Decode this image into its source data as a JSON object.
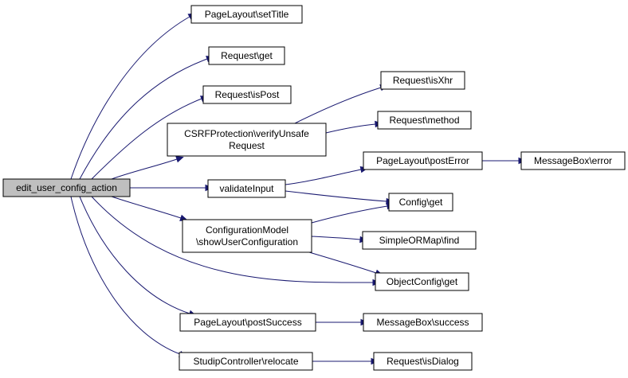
{
  "colors": {
    "root_fill": "#bfbfbf",
    "node_fill": "#ffffff",
    "node_stroke": "#000000",
    "edge": "#191970"
  },
  "nodes": {
    "edit_user_config_action": [
      "edit_user_config_action"
    ],
    "pagelayout_settitle": [
      "PageLayout\\setTitle"
    ],
    "request_get": [
      "Request\\get"
    ],
    "request_ispost": [
      "Request\\isPost"
    ],
    "request_isxhr": [
      "Request\\isXhr"
    ],
    "csrf_verify": [
      "CSRFProtection\\verifyUnsafe",
      "Request"
    ],
    "request_method": [
      "Request\\method"
    ],
    "pagelayout_posterror": [
      "PageLayout\\postError"
    ],
    "messagebox_error": [
      "MessageBox\\error"
    ],
    "validateinput": [
      "validateInput"
    ],
    "config_get": [
      "Config\\get"
    ],
    "configmodel_show": [
      "ConfigurationModel",
      "\\showUserConfiguration"
    ],
    "simpleormap_find": [
      "SimpleORMap\\find"
    ],
    "objectconfig_get": [
      "ObjectConfig\\get"
    ],
    "pagelayout_postsuccess": [
      "PageLayout\\postSuccess"
    ],
    "messagebox_success": [
      "MessageBox\\success"
    ],
    "studip_relocate": [
      "StudipController\\relocate"
    ],
    "request_isdialog": [
      "Request\\isDialog"
    ]
  }
}
